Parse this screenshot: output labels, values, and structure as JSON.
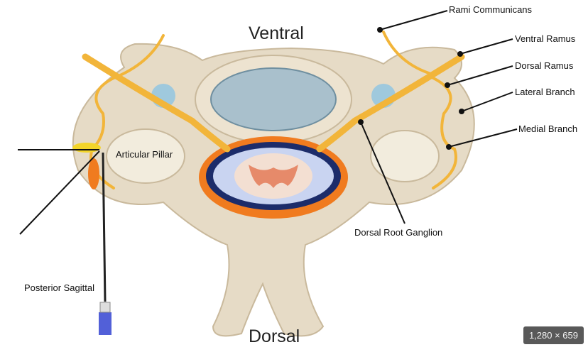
{
  "diagram": {
    "labels": {
      "ventral": "Ventral",
      "dorsal": "Dorsal",
      "rami_communicans": "Rami Communicans",
      "ventral_ramus": "Ventral Ramus",
      "dorsal_ramus": "Dorsal Ramus",
      "lateral_branch": "Lateral Branch",
      "medial_branch": "Medial Branch",
      "dorsal_root_ganglion": "Dorsal Root Ganglion",
      "articular_pillar": "Articular Pillar",
      "posterior_sagittal": "Posterior Sagittal"
    },
    "colors": {
      "bone": "#e6dbc6",
      "bone_shadow": "#c9b99c",
      "disc": "#a9c0cc",
      "nerve": "#f2b53a",
      "nerve_dark": "#d18a14",
      "cord": "#f3dfd2",
      "grey_matter": "#e68a6a",
      "dura": "#1c2c6a",
      "fat": "#f07b1f",
      "target_yellow": "#f3d52a",
      "needle_hub": "#5260d8"
    }
  },
  "image_size_badge": "1,280 × 659"
}
